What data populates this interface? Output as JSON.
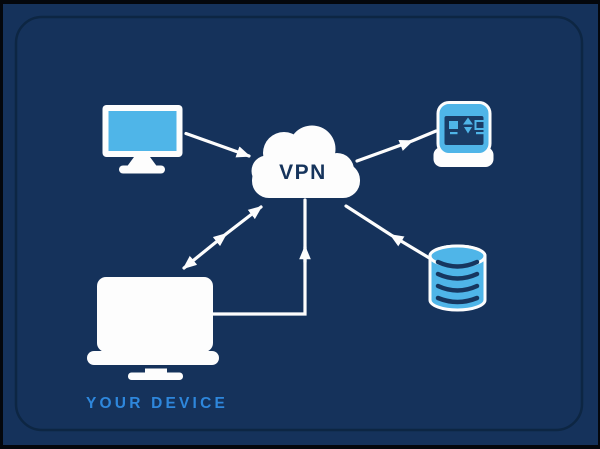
{
  "diagram": {
    "type": "vpn-network-topology",
    "cloud": {
      "label": "VPN"
    },
    "laptop": {
      "caption": "YOUR DEVICE"
    },
    "nodes": [
      {
        "id": "desktop-monitor",
        "icon": "monitor-icon"
      },
      {
        "id": "vpn-cloud",
        "icon": "cloud-icon",
        "label": "VPN"
      },
      {
        "id": "remote-server",
        "icon": "server-terminal-icon"
      },
      {
        "id": "database",
        "icon": "database-icon"
      },
      {
        "id": "your-device",
        "icon": "laptop-icon",
        "label": "YOUR DEVICE"
      }
    ],
    "connections": [
      {
        "from": "desktop-monitor",
        "to": "vpn-cloud",
        "arrows": "to"
      },
      {
        "from": "vpn-cloud",
        "to": "remote-server",
        "arrows": "to"
      },
      {
        "from": "database",
        "to": "vpn-cloud",
        "arrows": "to"
      },
      {
        "from": "your-device",
        "to": "vpn-cloud",
        "arrows": "both"
      },
      {
        "from": "your-device",
        "to": "vpn-cloud",
        "arrows": "to",
        "route": "elbow"
      }
    ]
  },
  "colors": {
    "edge": "#04070c",
    "panel": "#15325b",
    "panel_border": "#0d2643",
    "white": "#fdfdfd",
    "device_blue": "#4fb5e8",
    "screen_navy": "#1a3c66",
    "navy_text": "#16345c",
    "db_stripe": "#16365f",
    "caption_blue": "#2e87dc",
    "arrow": "#fdfdfd"
  }
}
